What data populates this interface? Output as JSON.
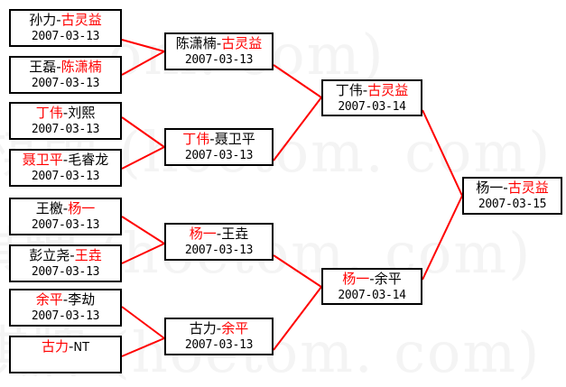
{
  "meta": {
    "colors": {
      "winner": "#ff0000",
      "loser": "#000000",
      "connector": "#ff0000",
      "box_border": "#000000",
      "background": "#ffffff",
      "watermark": "#f4f4f4"
    },
    "separator": "-"
  },
  "watermark": {
    "line_a": "om. com)",
    "line_b": "棋牌 (hoetom. com)",
    "line_c": "棋牌 (hoetom. com)",
    "line_d": "棋牌 (hoetom. com)"
  },
  "rounds": [
    {
      "name": "round-1",
      "matches": [
        {
          "id": "r1m1",
          "left": "孙力",
          "right": "古灵益",
          "winner": "right",
          "date": "2007-03-13"
        },
        {
          "id": "r1m2",
          "left": "王磊",
          "right": "陈潇楠",
          "winner": "right",
          "date": "2007-03-13"
        },
        {
          "id": "r1m3",
          "left": "丁伟",
          "right": "刘熙",
          "winner": "left",
          "date": "2007-03-13"
        },
        {
          "id": "r1m4",
          "left": "聂卫平",
          "right": "毛睿龙",
          "winner": "left",
          "date": "2007-03-13"
        },
        {
          "id": "r1m5",
          "left": "王檄",
          "right": "杨一",
          "winner": "right",
          "date": "2007-03-13"
        },
        {
          "id": "r1m6",
          "left": "彭立尧",
          "right": "王垚",
          "winner": "right",
          "date": "2007-03-13"
        },
        {
          "id": "r1m7",
          "left": "余平",
          "right": "李劫",
          "winner": "left",
          "date": "2007-03-13"
        },
        {
          "id": "r1m8",
          "left": "古力",
          "right": "NT",
          "winner": "left",
          "date": ""
        }
      ]
    },
    {
      "name": "round-2",
      "matches": [
        {
          "id": "r2m1",
          "left": "陈潇楠",
          "right": "古灵益",
          "winner": "right",
          "date": "2007-03-13"
        },
        {
          "id": "r2m2",
          "left": "丁伟",
          "right": "聂卫平",
          "winner": "left",
          "date": "2007-03-13"
        },
        {
          "id": "r2m3",
          "left": "杨一",
          "right": "王垚",
          "winner": "left",
          "date": "2007-03-13"
        },
        {
          "id": "r2m4",
          "left": "古力",
          "right": "余平",
          "winner": "right",
          "date": "2007-03-13"
        }
      ]
    },
    {
      "name": "semifinal",
      "matches": [
        {
          "id": "r3m1",
          "left": "丁伟",
          "right": "古灵益",
          "winner": "right",
          "date": "2007-03-14"
        },
        {
          "id": "r3m2",
          "left": "杨一",
          "right": "余平",
          "winner": "left",
          "date": "2007-03-14"
        }
      ]
    },
    {
      "name": "final",
      "matches": [
        {
          "id": "r4m1",
          "left": "杨一",
          "right": "古灵益",
          "winner": "right",
          "date": "2007-03-15"
        }
      ]
    }
  ]
}
